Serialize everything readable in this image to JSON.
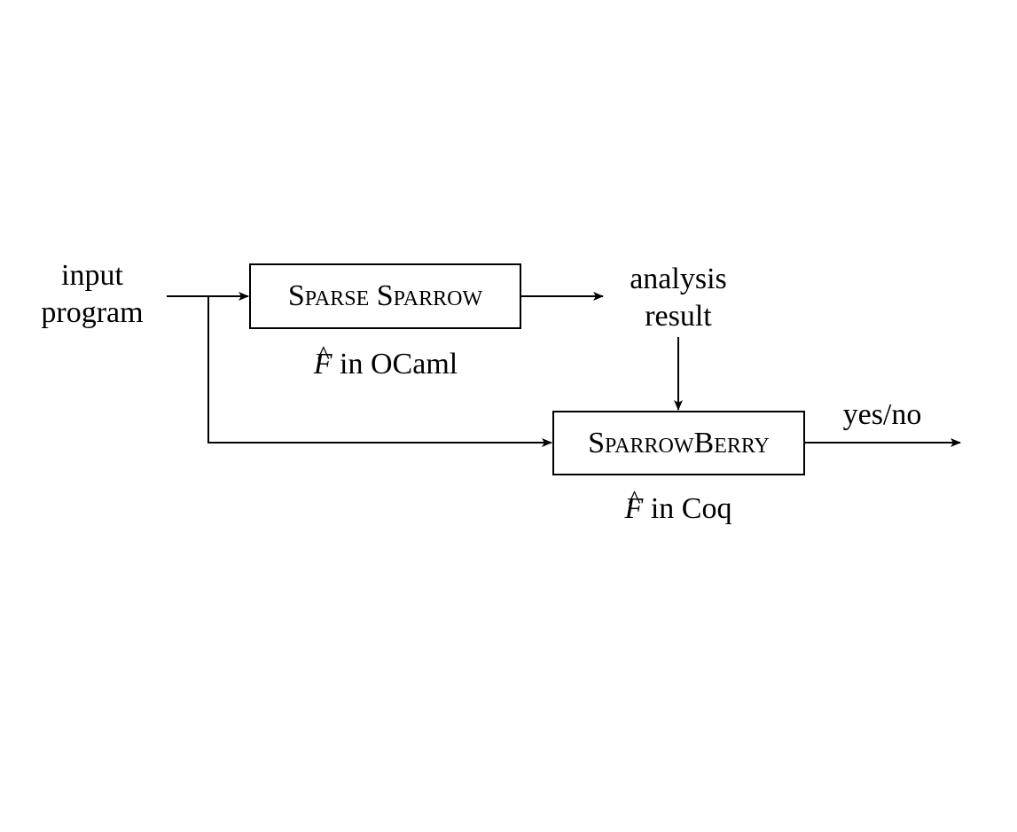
{
  "nodes": {
    "input": {
      "line1": "input",
      "line2": "program"
    },
    "sparse_sparrow": {
      "label": "Sparse Sparrow",
      "caption_symbol": "F",
      "caption_rest": " in OCaml"
    },
    "analysis_result": {
      "line1": "analysis",
      "line2": "result"
    },
    "sparrowberry": {
      "label": "SparrowBerry",
      "caption_symbol": "F",
      "caption_rest": " in Coq"
    },
    "output": {
      "label": "yes/no"
    }
  },
  "edges": [
    {
      "from": "input",
      "to": "sparse_sparrow"
    },
    {
      "from": "sparse_sparrow",
      "to": "analysis_result"
    },
    {
      "from": "analysis_result",
      "to": "sparrowberry"
    },
    {
      "from": "input",
      "to": "sparrowberry"
    },
    {
      "from": "sparrowberry",
      "to": "output"
    }
  ]
}
